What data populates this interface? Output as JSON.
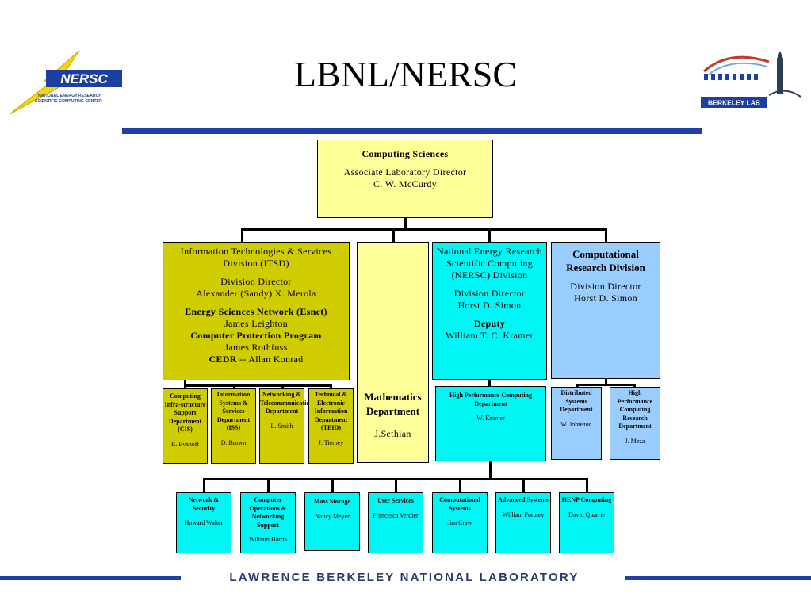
{
  "title": "LBNL/NERSC",
  "logos": {
    "nersc_wordmark": "NERSC",
    "nersc_sub1": "NATIONAL ENERGY RESEARCH",
    "nersc_sub2": "SCIENTIFIC COMPUTING CENTER",
    "berkeley_lab": "BERKELEY LAB"
  },
  "footer": "LAWRENCE BERKELEY NATIONAL LABORATORY",
  "colors": {
    "rule": "#1f3ea8",
    "olive": "#cfcd00",
    "light_yellow": "#ffff99",
    "cyan": "#00f5f5",
    "light_blue": "#99ccff"
  },
  "top": {
    "title": "Computing Sciences",
    "role": "Associate Laboratory Director",
    "name": "C. W. McCurdy"
  },
  "itsd": {
    "title": "Information Technologies & Services Division (ITSD)",
    "role": "Division Director",
    "name": "Alexander (Sandy) X. Merola",
    "esnet_title": "Energy Sciences Network (Esnet)",
    "esnet_name": "James Leighton",
    "cpp_title": "Computer Protection Program",
    "cpp_name": "James Rothfuss",
    "cedr_label": "CEDR",
    "cedr_name": " -- Allan Konrad",
    "departments": [
      {
        "name": "Computing Infra-structure Support Department (CIS)",
        "head": "R. Evanoff"
      },
      {
        "name": "Information Systems & Services Department (ISS)",
        "head": "D. Brown"
      },
      {
        "name": "Networking & Telecommunications Department",
        "head": "L. Smith"
      },
      {
        "name": "Technical & Electronic Information Department (TEID)",
        "head": "J. Tierney"
      }
    ]
  },
  "math": {
    "title": "Mathematics Department",
    "name": "J.Sethian"
  },
  "nersc": {
    "title": "National Energy Research Scientific Computing (NERSC) Division",
    "role": "Division Director",
    "name": "Horst D. Simon",
    "deputy_role": "Deputy",
    "deputy_name": "William T. C. Kramer",
    "hpc": {
      "name": "High Performance Computing Department",
      "head": "W. Kramer"
    },
    "groups": [
      {
        "name": "Network & Security",
        "head": "Howard Walter"
      },
      {
        "name": "Computer Operations & Networking Support",
        "head": "William Harris"
      },
      {
        "name": "Mass Storage",
        "head": "Nancy Meyer"
      },
      {
        "name": "User Services",
        "head": "Francesca Verdier"
      },
      {
        "name": "Computational Systems",
        "head": "Jim Craw"
      },
      {
        "name": "Advanced Systems",
        "head": "William Fortney"
      },
      {
        "name": "HENP Computing",
        "head": "David Quarrie"
      }
    ]
  },
  "crd": {
    "title": "Computational Research Division",
    "role": "Division Director",
    "name": "Horst D. Simon",
    "departments": [
      {
        "name": "Distributed Systems Department",
        "head": "W. Johnston"
      },
      {
        "name": "High Performance Computing Research Department",
        "head": "J. Meza"
      }
    ]
  }
}
